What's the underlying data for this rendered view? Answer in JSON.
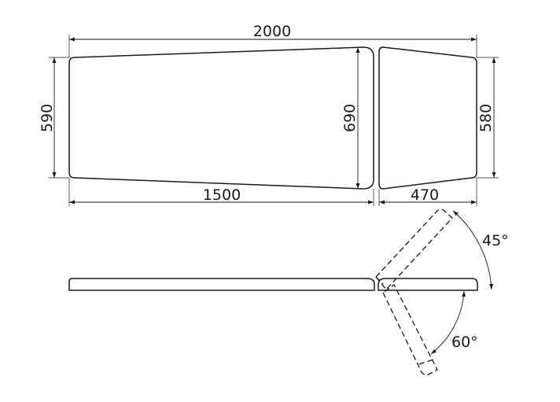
{
  "dimensions": {
    "total_length": "2000",
    "main_length": "1500",
    "head_length": "470",
    "width_left": "590",
    "width_middle": "690",
    "width_right": "580"
  },
  "angles": {
    "up": "45°",
    "down": "60°"
  }
}
